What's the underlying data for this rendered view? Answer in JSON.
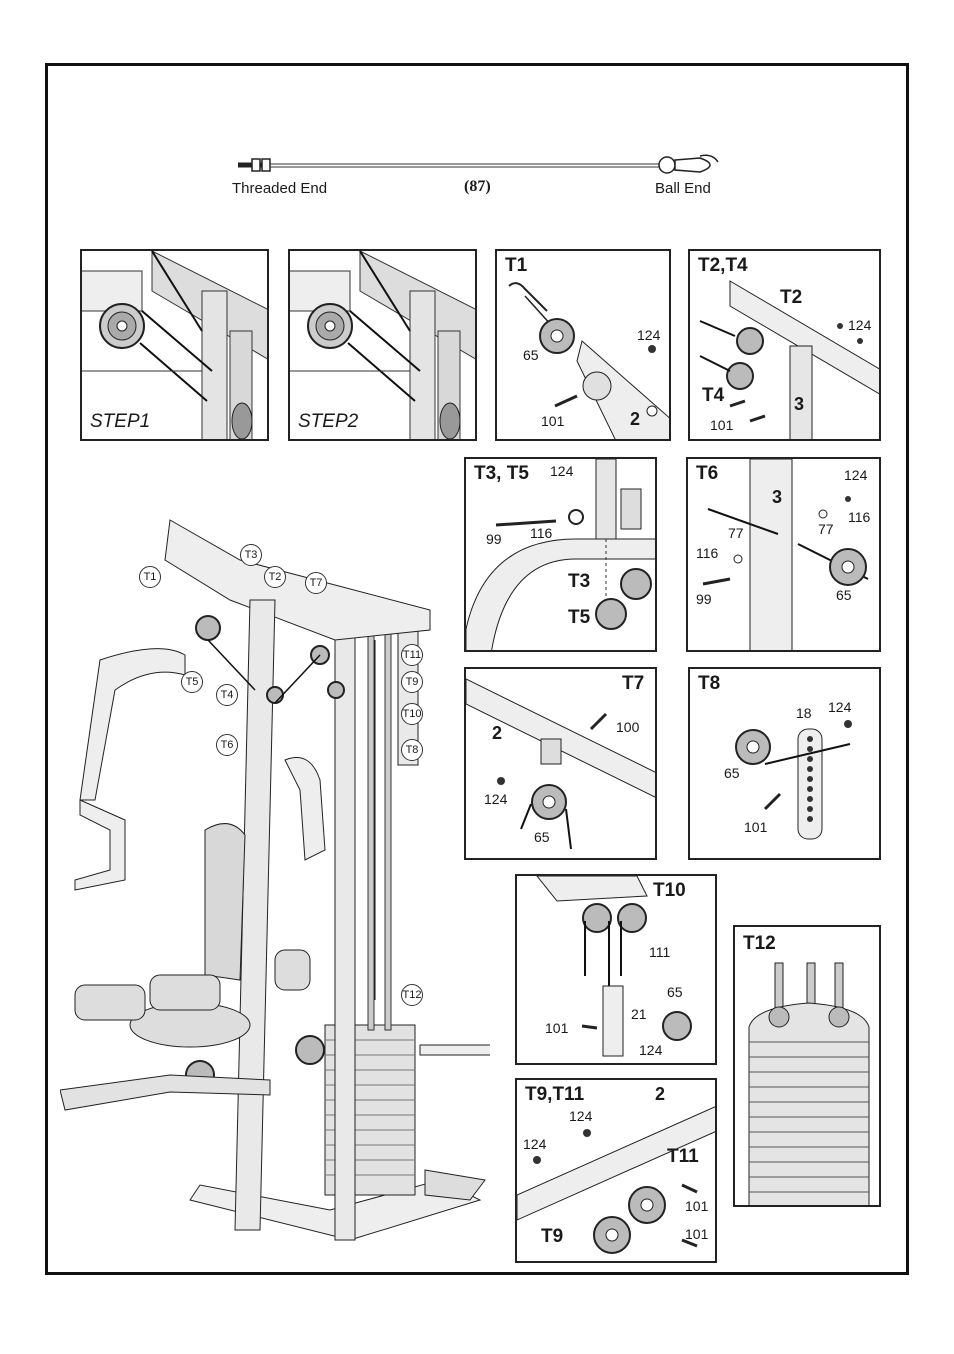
{
  "cable": {
    "left_label": "Threaded End",
    "number": "(87)",
    "right_label": "Ball End"
  },
  "steps": {
    "step1": "STEP1",
    "step2": "STEP2"
  },
  "panels": {
    "t1": {
      "title": "T1",
      "labels": [
        "65",
        "124",
        "101",
        "2"
      ]
    },
    "t2t4": {
      "title": "T2,T4",
      "sub1": "T2",
      "sub2": "T4",
      "labels": [
        "124",
        "101",
        "3"
      ]
    },
    "t3t5": {
      "title": "T3, T5",
      "sub1": "T3",
      "sub2": "T5",
      "labels": [
        "124",
        "99",
        "116"
      ]
    },
    "t6": {
      "title": "T6",
      "labels": [
        "124",
        "3",
        "116",
        "77",
        "77",
        "116",
        "99",
        "65"
      ]
    },
    "t7": {
      "title": "T7",
      "labels": [
        "2",
        "100",
        "124",
        "65"
      ]
    },
    "t8": {
      "title": "T8",
      "labels": [
        "18",
        "124",
        "65",
        "101"
      ]
    },
    "t10": {
      "title": "T10",
      "labels": [
        "111",
        "65",
        "21",
        "101",
        "124"
      ]
    },
    "t12": {
      "title": "T12"
    },
    "t9t11": {
      "title": "T9,T11",
      "sub1": "T11",
      "sub2": "T9",
      "labels": [
        "2",
        "124",
        "124",
        "101",
        "101"
      ]
    }
  },
  "callouts": [
    "T1",
    "T3",
    "T2",
    "T7",
    "T11",
    "T9",
    "T10",
    "T8",
    "T5",
    "T4",
    "T6",
    "T12"
  ]
}
